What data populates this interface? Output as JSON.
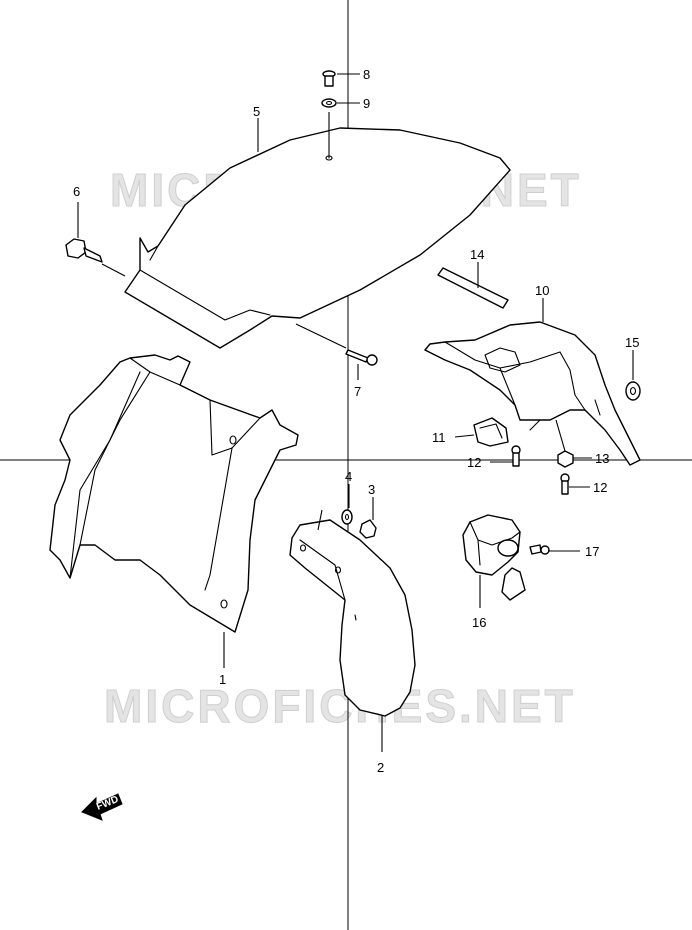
{
  "watermark": "MICROFICHES.NET",
  "direction_label": "FWD",
  "callouts": [
    "1",
    "2",
    "3",
    "4",
    "5",
    "6",
    "7",
    "8",
    "9",
    "10",
    "11",
    "12",
    "12",
    "13",
    "14",
    "15",
    "16",
    "17"
  ]
}
